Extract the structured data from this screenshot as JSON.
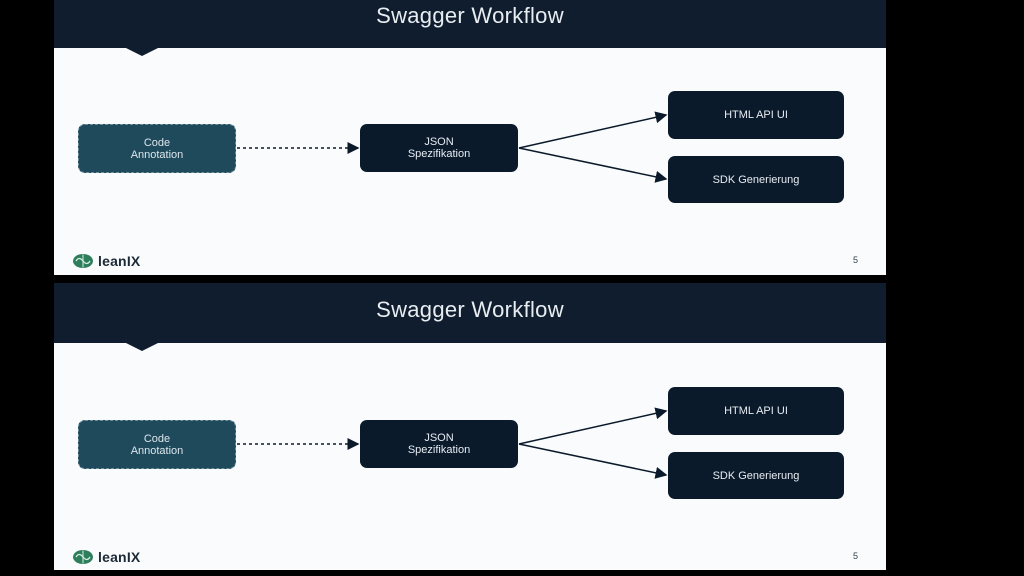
{
  "slides": [
    {
      "title": "Swagger Workflow",
      "boxes": {
        "code": "Code\nAnnotation",
        "json": "JSON\nSpezifikation",
        "html": "HTML API UI",
        "sdk": "SDK Generierung"
      },
      "logo": "leanIX",
      "page": "5"
    },
    {
      "title": "Swagger Workflow",
      "boxes": {
        "code": "Code\nAnnotation",
        "json": "JSON\nSpezifikation",
        "html": "HTML API UI",
        "sdk": "SDK Generierung"
      },
      "logo": "leanIX",
      "page": "5"
    }
  ],
  "colors": {
    "header": "#0f1d2e",
    "box": "#0b1a2b",
    "code_box": "#1f4a5c",
    "logo_green": "#2e7d5b"
  }
}
